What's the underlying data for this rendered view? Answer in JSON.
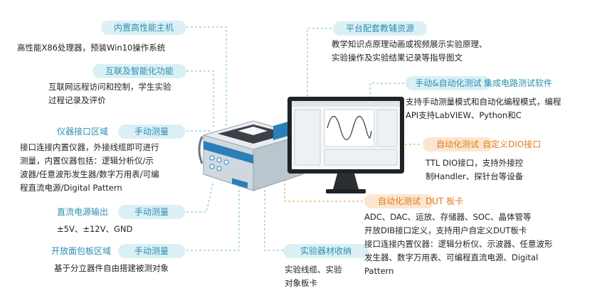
{
  "left": {
    "host": {
      "title": "内置高性能主机",
      "lines": [
        "高性能X86处理器，预装Win10操作系统"
      ]
    },
    "smart": {
      "title": "互联及智能化功能",
      "lines": [
        "互联网远程访问和控制，学生实验",
        "过程记录及评价"
      ]
    },
    "instrument": {
      "label": "仪器接口区域",
      "tag": "手动测量",
      "lines": [
        "接口连接内置仪器，外接线缆即可进行",
        "测量，内置仪器包括：逻辑分析仪/示",
        "波器/任意波形发生器/数字万用表/可编",
        "程直流电源/Digital Pattern"
      ]
    },
    "power": {
      "label": "直流电源输出",
      "tag": "手动测量",
      "lines": [
        "±5V、±12V、GND"
      ]
    },
    "breadboard": {
      "label": "开放面包板区域",
      "tag": "手动测量",
      "lines": [
        "基于分立器件自由搭建被测对象"
      ]
    }
  },
  "center": {
    "storage": {
      "title": "实验器材收纳",
      "lines": [
        "实验线缆、实验",
        "对象板卡"
      ]
    }
  },
  "right": {
    "platform": {
      "title": "平台配套教辅资源",
      "lines": [
        "教学知识点原理动画或视频展示实验原理、",
        "实验操作及实验结果记录等指导图文"
      ]
    },
    "software": {
      "tag": "手动&自动化测试",
      "label": "集成电路测试软件",
      "lines": [
        "支持手动测量模式和自动化编程模式，编程",
        "API支持LabVIEW、Python和C"
      ]
    },
    "dio": {
      "tag": "自动化测试",
      "label": "自定义DIO接口",
      "lines": [
        "TTL  DIO接口，支持外接控",
        "制Handler、探针台等设备"
      ]
    },
    "dut": {
      "tag": "自动化测试",
      "label": "DUT 板卡",
      "lines": [
        "ADC、DAC、运放、存储器、SOC、晶体管等",
        "开放DIB接口定义，支持用户自定义DUT板卡",
        "接口连接内置仪器：逻辑分析仪、示波器、任意波形",
        "发生器、数字万用表、可编程直流电源、Digital",
        "Pattern"
      ]
    }
  },
  "colors": {
    "teal": "#2a8fb0",
    "teal_bg": "#dbf0f5",
    "orange": "#e07a1c",
    "orange_bg": "#fde6cf"
  }
}
